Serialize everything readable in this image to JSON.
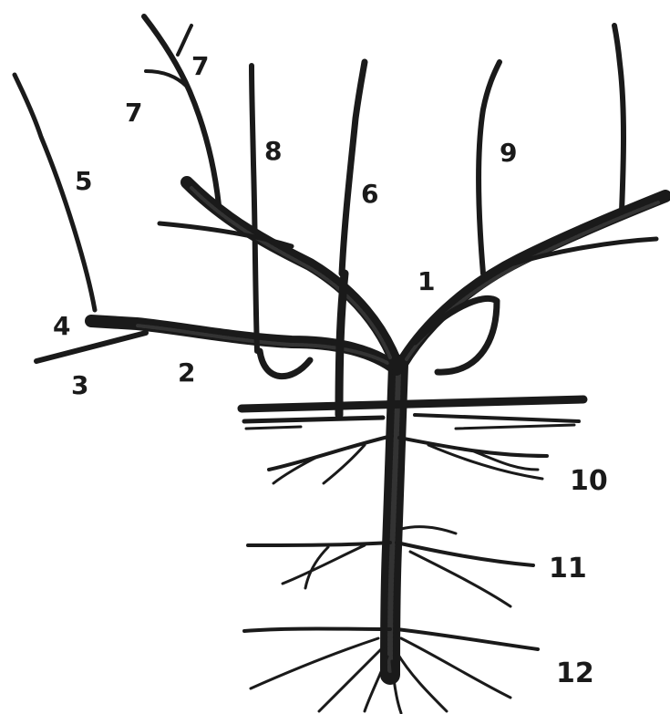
{
  "diagram": {
    "labels": {
      "n1": "1",
      "n2": "2",
      "n3": "3",
      "n4": "4",
      "n5": "5",
      "n6": "6",
      "n7a": "7",
      "n7b": "7",
      "n8": "8",
      "n9": "9",
      "n10": "10",
      "n11": "11",
      "n12": "12"
    },
    "colors": {
      "ink": "#1a1a1a",
      "background": "#ffffff"
    }
  }
}
